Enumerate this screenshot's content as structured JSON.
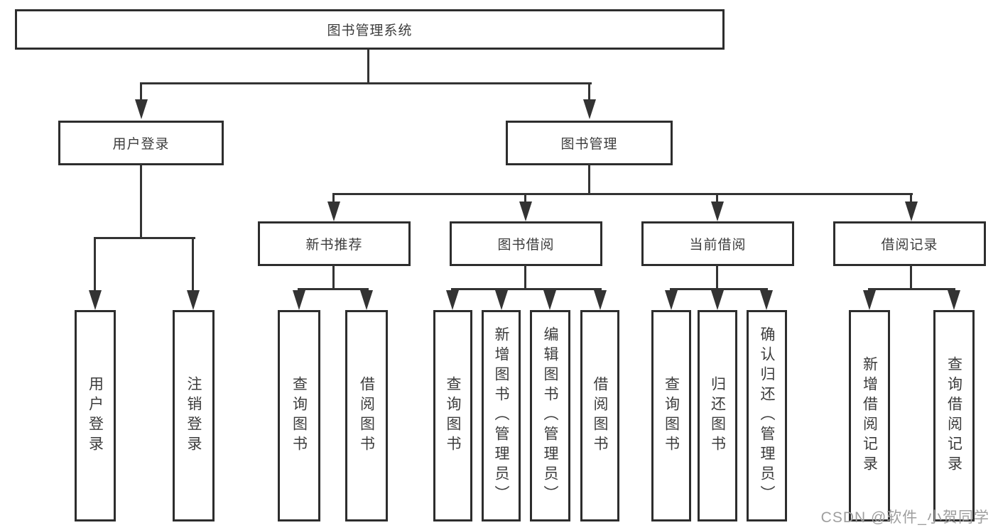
{
  "diagram": {
    "type": "hierarchy-tree",
    "title": "图书管理系统",
    "tree": {
      "label": "图书管理系统",
      "children": [
        {
          "label": "用户登录",
          "children": [
            {
              "label": "用户登录"
            },
            {
              "label": "注销登录"
            }
          ]
        },
        {
          "label": "图书管理",
          "children": [
            {
              "label": "新书推荐",
              "children": [
                {
                  "label": "查询图书"
                },
                {
                  "label": "借阅图书"
                }
              ]
            },
            {
              "label": "图书借阅",
              "children": [
                {
                  "label": "查询图书"
                },
                {
                  "label": "新增图书（管理员）"
                },
                {
                  "label": "编辑图书（管理员）"
                },
                {
                  "label": "借阅图书"
                }
              ]
            },
            {
              "label": "当前借阅",
              "children": [
                {
                  "label": "查询图书"
                },
                {
                  "label": "归还图书"
                },
                {
                  "label": "确认归还（管理员）"
                }
              ]
            },
            {
              "label": "借阅记录",
              "children": [
                {
                  "label": "新增借阅记录"
                },
                {
                  "label": "查询借阅记录"
                }
              ]
            }
          ]
        }
      ]
    },
    "colors": {
      "line": "#333333",
      "box_border": "#2d2d2d",
      "text": "#3c3c3c",
      "background": "#ffffff",
      "watermark": "#9e9e9e"
    }
  },
  "watermark": {
    "text": "CSDN @软件_小贺同学"
  }
}
